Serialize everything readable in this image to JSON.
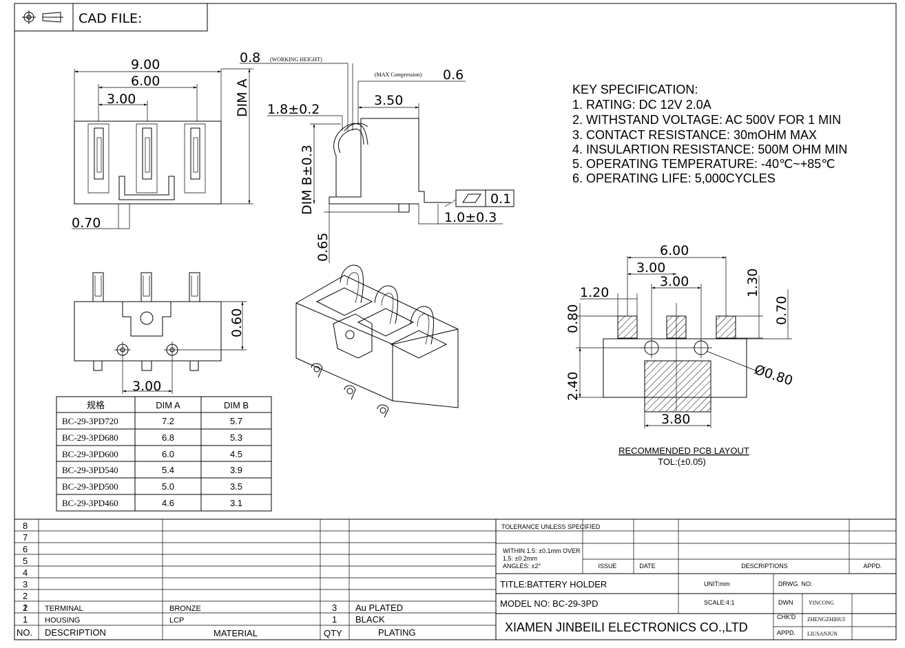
{
  "header": {
    "cad_file_label": "CAD FILE:"
  },
  "front_view": {
    "dims": {
      "overall": "9.00",
      "outer_pitch": "6.00",
      "pitch": "3.00",
      "pin": "0.70",
      "dim_a": "DIM A"
    }
  },
  "side_view": {
    "dims": {
      "working_height": "0.8",
      "working_height_note": "(WORKING HEIGHT)",
      "max_compression_note": "(MAX Compression)",
      "max_compression": "0.6",
      "contact_gap": "1.8±0.2",
      "depth": "3.50",
      "dim_b": "DIM B±0.3",
      "flatness": "0.1",
      "tab": "1.0±0.3",
      "thickness": "0.65"
    }
  },
  "bottom_view": {
    "dims": {
      "height": "0.60",
      "pitch": "3.00"
    }
  },
  "key_spec": {
    "title": "KEY SPECIFICATION:",
    "items": [
      "1. RATING: DC 12V 2.0A",
      "2. WITHSTAND VOLTAGE: AC 500V FOR 1 MIN",
      "3. CONTACT RESISTANCE: 30mOHM MAX",
      "4. INSULARTION RESISTANCE: 500M OHM MIN",
      "5. OPERATING TEMPERATURE: -40℃~+85℃",
      "6. OPERATING LIFE: 5,000CYCLES"
    ]
  },
  "pcb_layout": {
    "dims": {
      "total": "6.00",
      "pitch_a": "3.00",
      "pitch_b": "3.00",
      "pad_w": "1.20",
      "pad_h": "1.30",
      "pad_offset": "0.80",
      "pad_right": "0.70",
      "hole": "Ø0.80",
      "body_h": "2.40",
      "body_w": "3.80"
    },
    "caption": "RECOMMENDED PCB LAYOUT",
    "tolerance": "TOL:(±0.05)"
  },
  "dim_table": {
    "headers": [
      "规格",
      "DIM A",
      "DIM B"
    ],
    "rows": [
      [
        "BC-29-3PD720",
        "7.2",
        "5.7"
      ],
      [
        "BC-29-3PD680",
        "6.8",
        "5.3"
      ],
      [
        "BC-29-3PD600",
        "6.0",
        "4.5"
      ],
      [
        "BC-29-3PD540",
        "5.4",
        "3.9"
      ],
      [
        "BC-29-3PD500",
        "5.0",
        "3.5"
      ],
      [
        "BC-29-3PD460",
        "4.6",
        "3.1"
      ]
    ]
  },
  "bom": {
    "row_numbers": [
      "8",
      "7",
      "6",
      "5",
      "4",
      "3",
      "2",
      "1"
    ],
    "items": [
      {
        "no": "2",
        "description": "TERMINAL",
        "material": "BRONZE",
        "qty": "3",
        "plating": "Au PLATED"
      },
      {
        "no": "1",
        "description": "HOUSING",
        "material": "LCP",
        "qty": "1",
        "plating": "BLACK"
      }
    ],
    "header": {
      "no": "NO.",
      "description": "DESCRIPTION",
      "material": "MATERIAL",
      "qty": "QTY",
      "plating": "PLATING"
    }
  },
  "title_block": {
    "tolerance_title": "TOLERANCE UNLESS SPECIFIED",
    "tolerance_lines": [
      "WITHIN 1.5: ±0.1mm OVER",
      "1.5: ±0.2mm",
      "ANGLES: ±2°"
    ],
    "issue": "ISSUE",
    "date": "DATE",
    "descriptions": "DESCRIPTIONS",
    "appd": "APPD.",
    "title": "TITLE:BATTERY HOLDER",
    "unit": "UNIT:mm",
    "drwg_no": "DRWG. NO:",
    "model": "MODEL NO: BC-29-3PD",
    "scale": "SCALE:4:1",
    "dwn": "DWN",
    "dwn_name": "YINCONG",
    "chkd": "CHK'D",
    "chkd_name": "ZHENGZHIHUI",
    "appd_label": "APPD.",
    "appd_name": "LIUSANJUN",
    "company": "XIAMEN JINBEILI ELECTRONICS CO.,LTD"
  }
}
